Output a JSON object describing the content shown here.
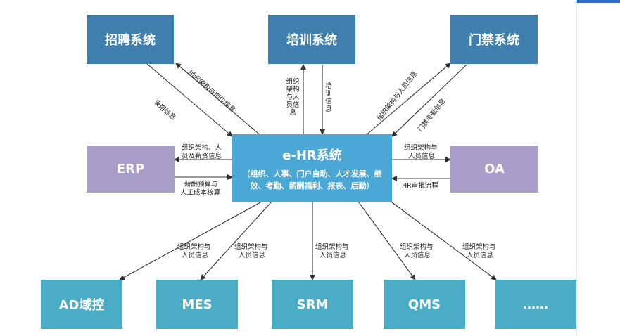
{
  "center": {
    "title": "e-HR系统",
    "subtitle": "（组织、人事、门户自助、人才发展、绩效、考勤、薪酬福利、报表、后勤）"
  },
  "systems": {
    "recruit": "招聘系统",
    "training": "培训系统",
    "access": "门禁系统",
    "erp": "ERP",
    "oa": "OA",
    "ad": "AD域控",
    "mes": "MES",
    "srm": "SRM",
    "qms": "QMS",
    "more": "……"
  },
  "flows": {
    "recruit_in": "录用信息",
    "recruit_out": "组织架构与岗位信息",
    "training_out": "组织架构与人员信息",
    "training_in": "培训信息",
    "access_out": "组织架构与人员信息",
    "access_in": "门禁考勤信息",
    "erp_out_1": "组织架构、人",
    "erp_out_2": "员及薪资信息",
    "erp_in_1": "薪酬预算与",
    "erp_in_2": "人工成本核算",
    "oa_out_1": "组织架构与",
    "oa_out_2": "人员信息",
    "oa_in": "HR审批流程",
    "bottom_1": "组织架构与",
    "bottom_2": "人员信息"
  },
  "colors": {
    "dark_box": "#3f7fae",
    "purple_box": "#a89cc8",
    "teal_box": "#4bacc6",
    "center_box": "#4ba8d6",
    "arrow": "#333333"
  }
}
